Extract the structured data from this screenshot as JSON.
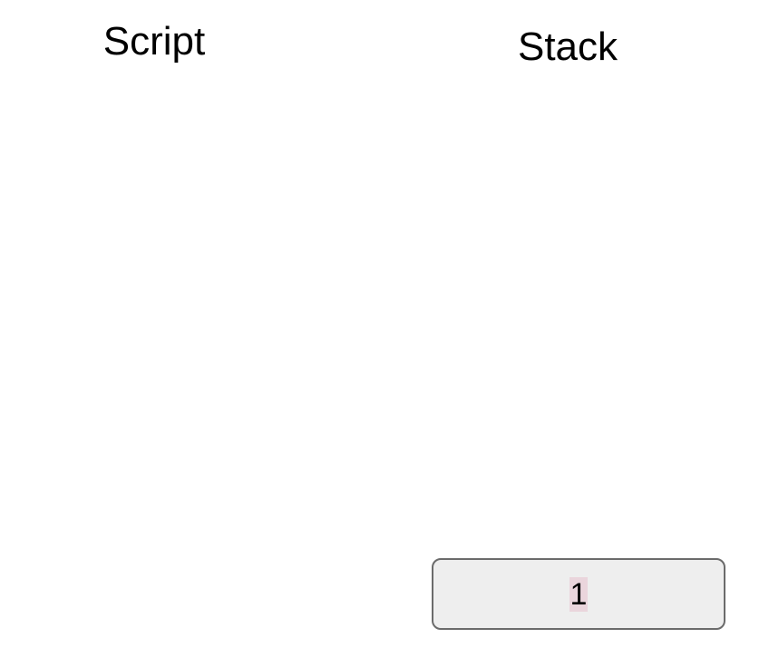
{
  "headings": {
    "script": "Script",
    "stack": "Stack"
  },
  "stack": {
    "frames": [
      {
        "value": "1"
      }
    ]
  },
  "colors": {
    "background": "#ffffff",
    "frame_fill": "#eeeeee",
    "frame_border": "#6b6b6b",
    "value_highlight": "#ead5dc",
    "text": "#000000"
  }
}
